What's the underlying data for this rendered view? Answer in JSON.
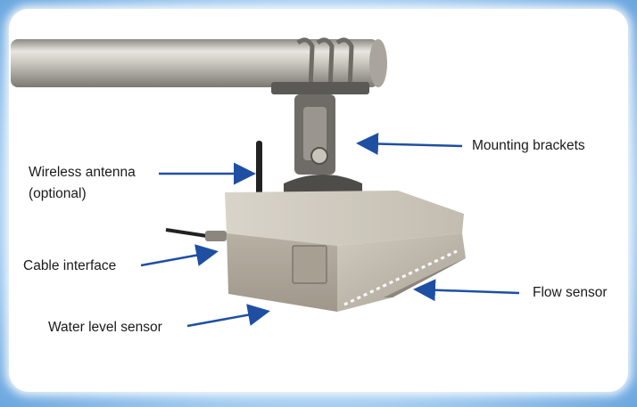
{
  "labels": {
    "wireless_antenna": "Wireless antenna",
    "wireless_antenna_note": "(optional)",
    "cable_interface": "Cable interface",
    "water_level_sensor": "Water level sensor",
    "mounting_brackets": "Mounting brackets",
    "flow_sensor": "Flow sensor"
  },
  "colors": {
    "arrow": "#1f4fa3",
    "frame": "#7fb4e6",
    "housing": "#b9b2a6"
  }
}
